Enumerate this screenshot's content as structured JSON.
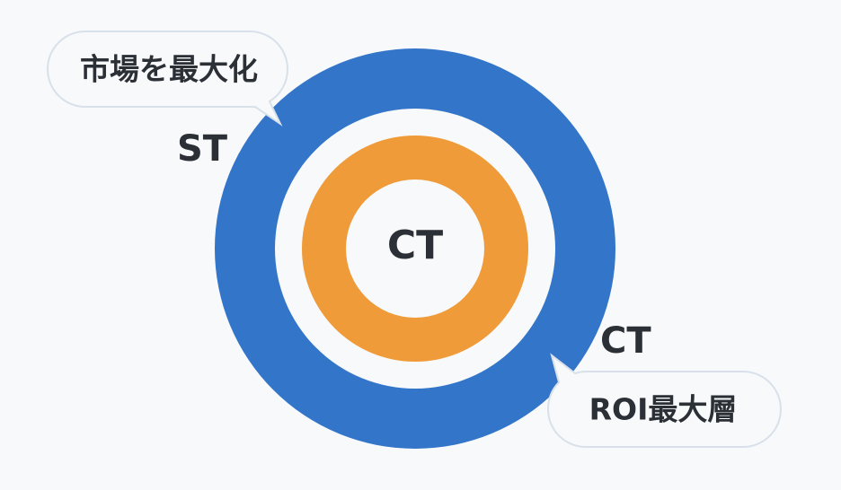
{
  "colors": {
    "background": "#f8f9fa",
    "outer_ring": "#3275c9",
    "inner_ring": "#ef9b39",
    "gap_fill": "#f8f9fa",
    "text": "#2b2f36",
    "bubble_fill": "#f8f9fa",
    "bubble_border": "#d8e1ea"
  },
  "diagram": {
    "center_label": "CT",
    "outer_ring_label": "ST",
    "outer_ring_secondary_label": "CT",
    "callouts": [
      {
        "id": "top-left",
        "text": "市場を最大化"
      },
      {
        "id": "bottom-right",
        "text": "ROI最大層"
      }
    ]
  }
}
